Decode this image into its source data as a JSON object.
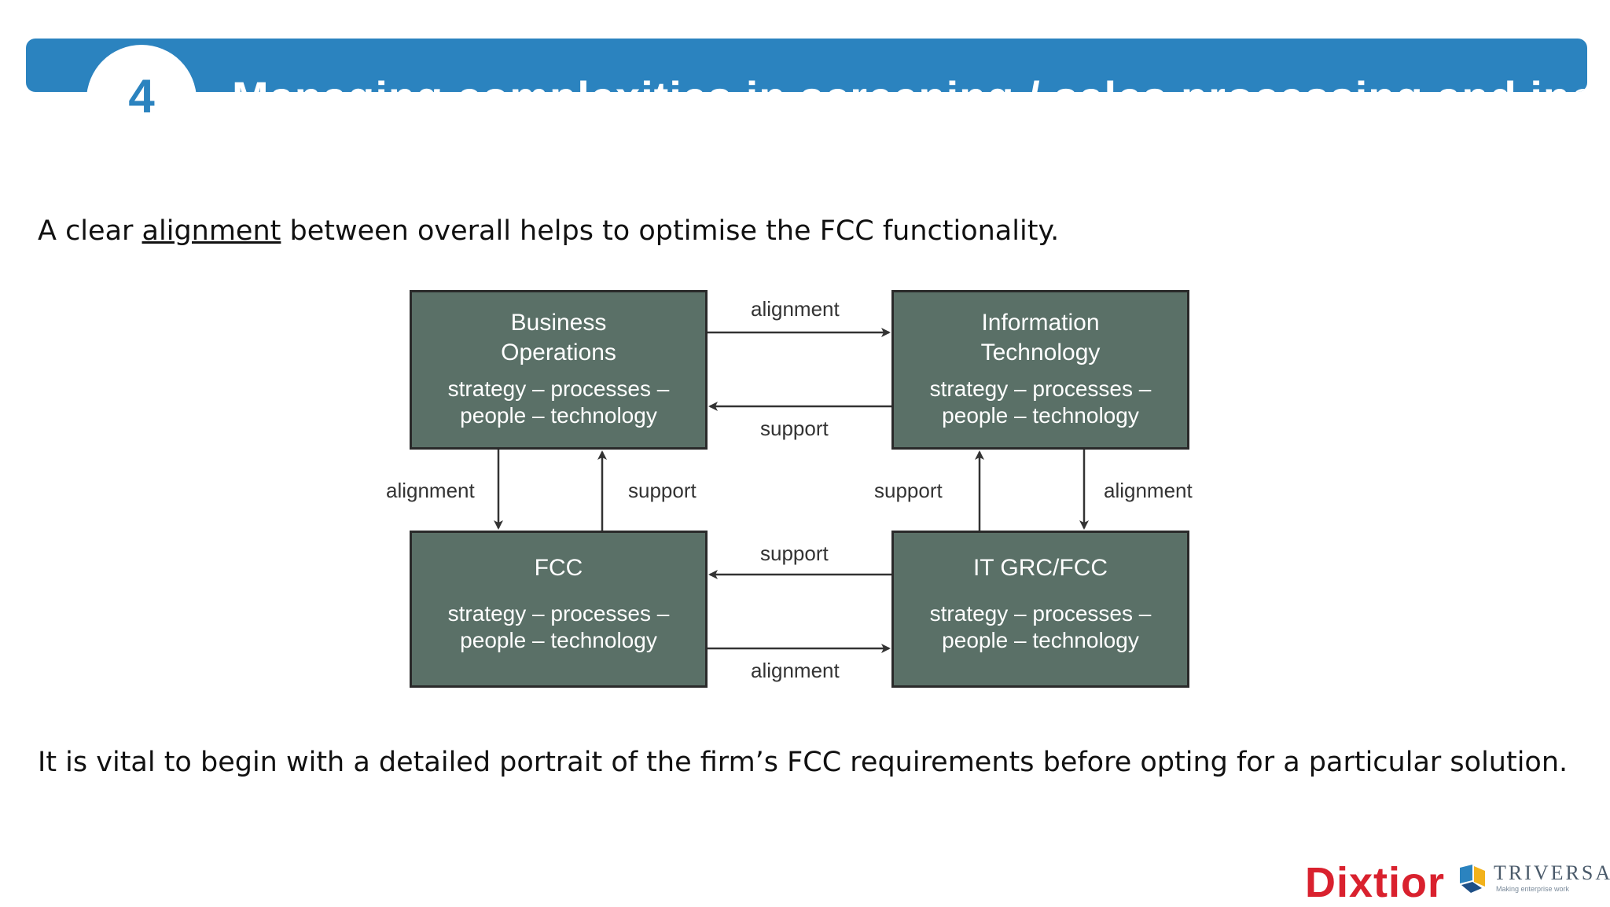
{
  "header": {
    "number": "4",
    "title": "Managing complexities in screening / sales processing and including flexibility"
  },
  "intro": {
    "before": "A clear ",
    "emphasis": "alignment",
    "after": " between overall helps to optimise the FCC functionality."
  },
  "diagram": {
    "boxes": [
      {
        "title": "Business\nOperations",
        "body": "strategy – processes –\npeople – technology"
      },
      {
        "title": "Information\nTechnology",
        "body": "strategy – processes –\npeople – technology"
      },
      {
        "title": "FCC",
        "body": "strategy – processes –\npeople – technology"
      },
      {
        "title": "IT GRC/FCC",
        "body": "strategy – processes –\npeople – technology"
      }
    ],
    "labels": {
      "top_alignment": "alignment",
      "top_support": "support",
      "left_alignment": "alignment",
      "left_support": "support",
      "right_support": "support",
      "right_alignment": "alignment",
      "bottom_support": "support",
      "bottom_alignment": "alignment"
    },
    "colors": {
      "box_fill": "#5a7067",
      "box_border": "#2a2a2a",
      "arrow": "#333333"
    }
  },
  "outro": {
    "text": "It is vital to begin with a detailed portrait of the firm’s FCC requirements before opting for a particular solution."
  },
  "logos": {
    "dixtior": "Dixtior",
    "triversa": "TRIVERSA",
    "triversa_tagline": "Making enterprise work"
  },
  "theme": {
    "header_color": "#2b83bf"
  }
}
